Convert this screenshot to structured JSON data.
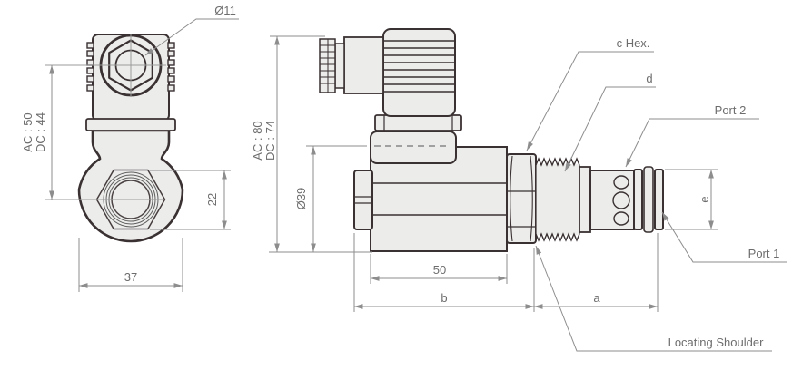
{
  "colors": {
    "outline": "#3a3132",
    "part_fill": "#ececeb",
    "dimension_line": "#8d8d8d",
    "label_text": "#6d6d6d"
  },
  "front_view": {
    "dim_socket_diameter": "Ø11",
    "dim_center_height_ac": "AC : 50",
    "dim_center_height_dc": "DC : 44",
    "dim_hex_across_flats": "22",
    "dim_body_width": "37"
  },
  "side_view": {
    "dim_overall_height_ac": "AC : 80",
    "dim_overall_height_dc": "DC : 74",
    "dim_coil_diameter": "Ø39",
    "dim_coil_length": "50",
    "dim_length_b": "b",
    "dim_length_a": "a",
    "label_hex": "c Hex.",
    "label_thread": "d",
    "label_port2": "Port 2",
    "dim_nose_diameter": "e",
    "label_port1": "Port 1",
    "label_locating_shoulder": "Locating Shoulder"
  }
}
